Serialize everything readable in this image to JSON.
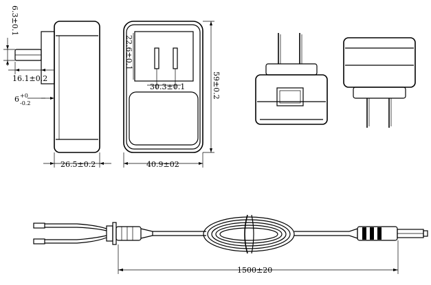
{
  "side_view": {
    "dims": {
      "prong_offset": "6.3±0.1",
      "prong_length": "16.1±0.2",
      "prong_thickness_base": "6",
      "prong_thickness_tol_upper": "+0",
      "prong_thickness_tol_lower": "-0.2",
      "depth": "26.5±0.2"
    }
  },
  "front_view": {
    "dims": {
      "face_height": "22.6±0.1",
      "pin_spacing": "30.3±0.1",
      "width": "40.9±02",
      "height": "59±0.2"
    }
  },
  "cable": {
    "length": "1500±20"
  }
}
